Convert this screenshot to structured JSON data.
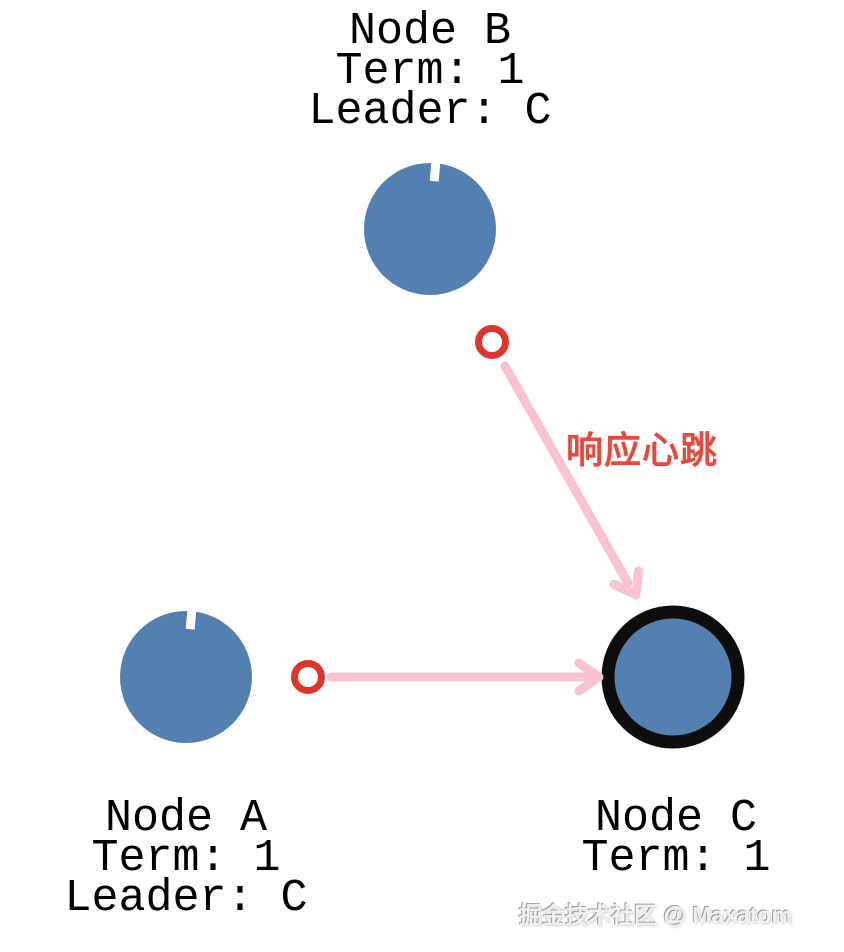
{
  "node_b": {
    "name": "Node B",
    "term": "Term: 1",
    "leader": "Leader: C"
  },
  "node_a": {
    "name": "Node A",
    "term": "Term: 1",
    "leader": "Leader: C"
  },
  "node_c": {
    "name": "Node C",
    "term": "Term: 1"
  },
  "heartbeat_arrow_label": "响应心跳",
  "watermark": "掘金技术社区 @ Maxatom",
  "colors": {
    "background": "#ffffff",
    "node_fill": "#5380b0",
    "leader_ring": "#0d0d0d",
    "timer_ring": "#dd342b",
    "arrow_pink": "#f8c3ce",
    "label_red": "#e8493d",
    "text_black": "#000000",
    "watermark_gray": "#9a9a9a"
  }
}
